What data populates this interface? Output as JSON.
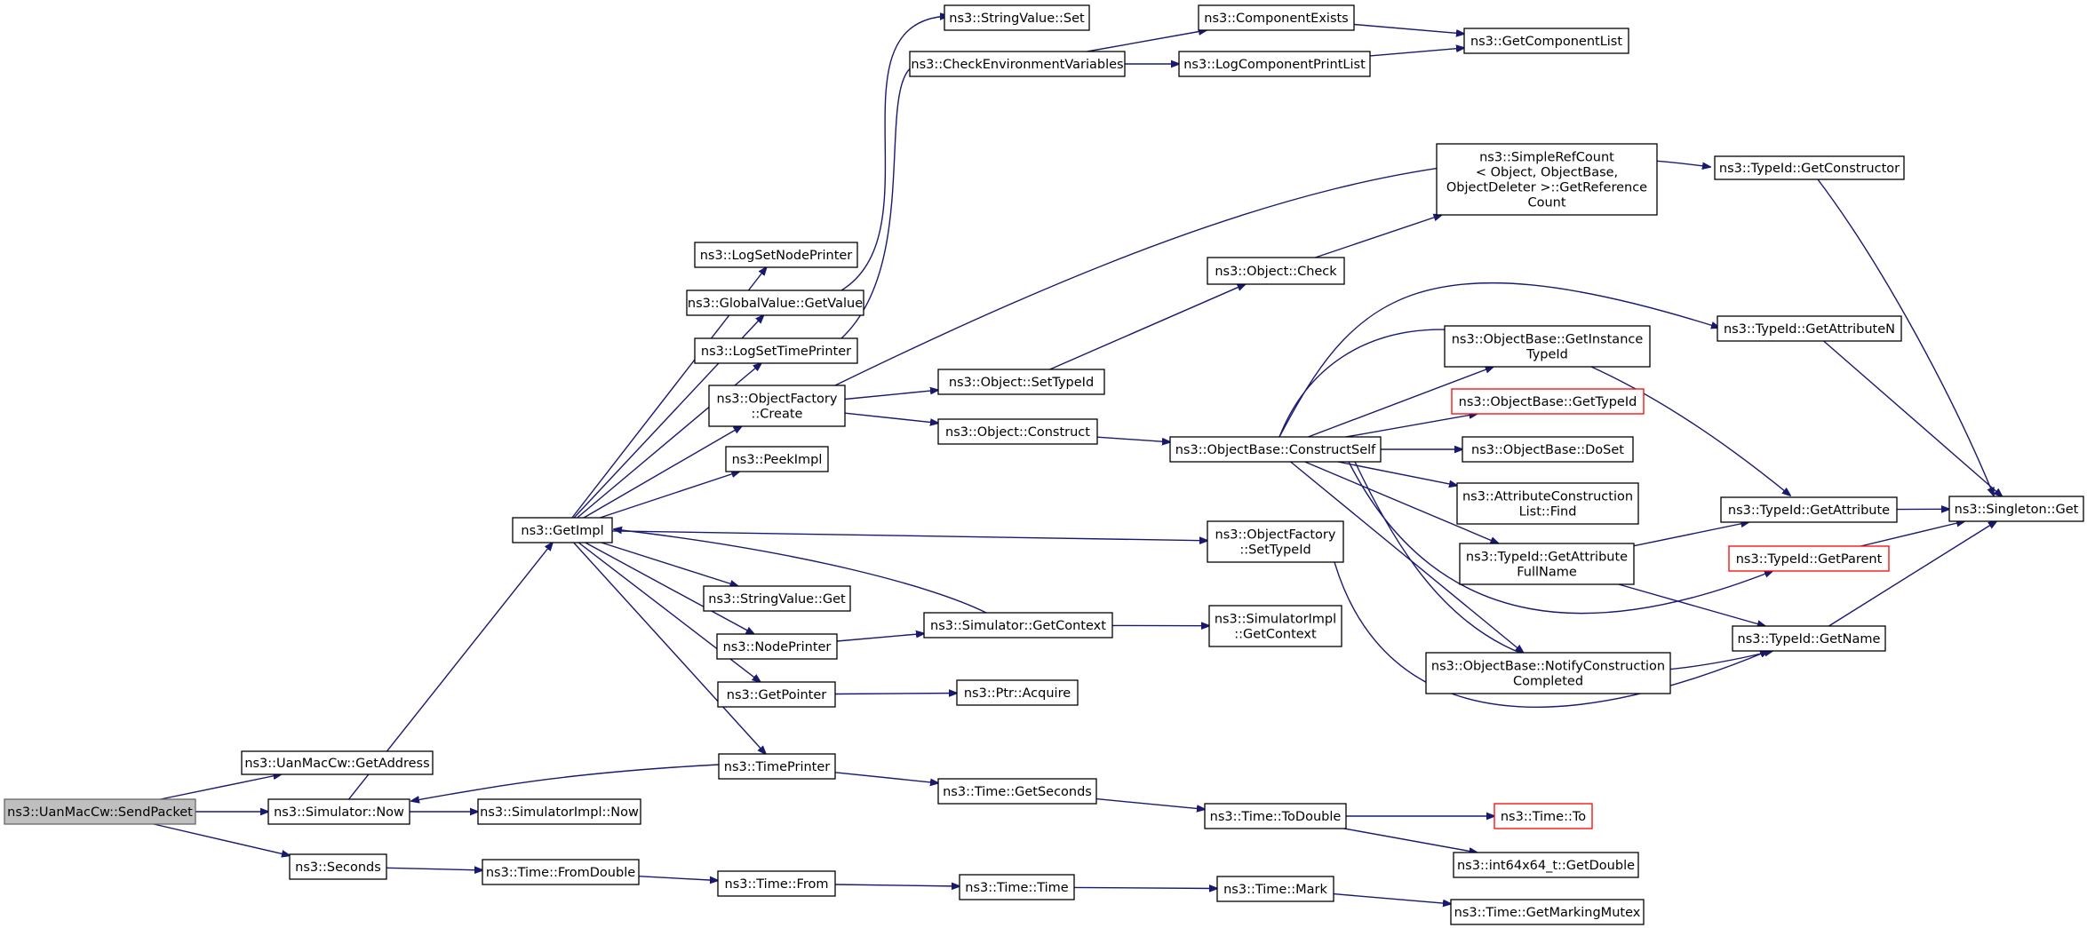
{
  "nodes": [
    {
      "id": "root",
      "lines": [
        "ns3::UanMacCw::SendPacket"
      ]
    },
    {
      "id": "getaddr",
      "lines": [
        "ns3::UanMacCw::GetAddress"
      ]
    },
    {
      "id": "simnow",
      "lines": [
        "ns3::Simulator::Now"
      ]
    },
    {
      "id": "seconds",
      "lines": [
        "ns3::Seconds"
      ]
    },
    {
      "id": "simimplnow",
      "lines": [
        "ns3::SimulatorImpl::Now"
      ]
    },
    {
      "id": "getimpl",
      "lines": [
        "ns3::GetImpl"
      ]
    },
    {
      "id": "fromdouble",
      "lines": [
        "ns3::Time::FromDouble"
      ]
    },
    {
      "id": "logsetnode",
      "lines": [
        "ns3::LogSetNodePrinter"
      ]
    },
    {
      "id": "gvgetvalue",
      "lines": [
        "ns3::GlobalValue::GetValue"
      ]
    },
    {
      "id": "logsettime",
      "lines": [
        "ns3::LogSetTimePrinter"
      ]
    },
    {
      "id": "ofcreate",
      "lines": [
        "ns3::ObjectFactory",
        "::Create"
      ]
    },
    {
      "id": "peekimpl",
      "lines": [
        "ns3::PeekImpl"
      ]
    },
    {
      "id": "svget",
      "lines": [
        "ns3::StringValue::Get"
      ]
    },
    {
      "id": "nodeprinter",
      "lines": [
        "ns3::NodePrinter"
      ]
    },
    {
      "id": "getpointer",
      "lines": [
        "ns3::GetPointer"
      ]
    },
    {
      "id": "timeprinter",
      "lines": [
        "ns3::TimePrinter"
      ]
    },
    {
      "id": "timefrom",
      "lines": [
        "ns3::Time::From"
      ]
    },
    {
      "id": "svset",
      "lines": [
        "ns3::StringValue::Set"
      ]
    },
    {
      "id": "checkenv",
      "lines": [
        "ns3::CheckEnvironmentVariables"
      ]
    },
    {
      "id": "objsettypeid",
      "lines": [
        "ns3::Object::SetTypeId"
      ]
    },
    {
      "id": "objconstruct",
      "lines": [
        "ns3::Object::Construct"
      ]
    },
    {
      "id": "simgetctx",
      "lines": [
        "ns3::Simulator::GetContext"
      ]
    },
    {
      "id": "ptracquire",
      "lines": [
        "ns3::Ptr::Acquire"
      ]
    },
    {
      "id": "timegetsec",
      "lines": [
        "ns3::Time::GetSeconds"
      ]
    },
    {
      "id": "timetime",
      "lines": [
        "ns3::Time::Time"
      ]
    },
    {
      "id": "compexists",
      "lines": [
        "ns3::ComponentExists"
      ]
    },
    {
      "id": "logcompprint",
      "lines": [
        "ns3::LogComponentPrintList"
      ]
    },
    {
      "id": "objcheck",
      "lines": [
        "ns3::Object::Check"
      ]
    },
    {
      "id": "obconstructself",
      "lines": [
        "ns3::ObjectBase::ConstructSelf"
      ]
    },
    {
      "id": "ofsettypeid",
      "lines": [
        "ns3::ObjectFactory",
        "::SetTypeId"
      ]
    },
    {
      "id": "simimplctx",
      "lines": [
        "ns3::SimulatorImpl",
        "::GetContext"
      ]
    },
    {
      "id": "timetodouble",
      "lines": [
        "ns3::Time::ToDouble"
      ]
    },
    {
      "id": "timemark",
      "lines": [
        "ns3::Time::Mark"
      ]
    },
    {
      "id": "getcomplist",
      "lines": [
        "ns3::GetComponentList"
      ]
    },
    {
      "id": "refcount",
      "lines": [
        "ns3::SimpleRefCount",
        "< Object, ObjectBase,",
        " ObjectDeleter >::GetReference",
        "Count"
      ]
    },
    {
      "id": "obgetinst",
      "lines": [
        "ns3::ObjectBase::GetInstance",
        "TypeId"
      ]
    },
    {
      "id": "obgettypeid",
      "lines": [
        "ns3::ObjectBase::GetTypeId"
      ],
      "color": "red"
    },
    {
      "id": "obdoset",
      "lines": [
        "ns3::ObjectBase::DoSet"
      ]
    },
    {
      "id": "attrfind",
      "lines": [
        "ns3::AttributeConstruction",
        "List::Find"
      ]
    },
    {
      "id": "tidgetattrfull",
      "lines": [
        "ns3::TypeId::GetAttribute",
        "FullName"
      ]
    },
    {
      "id": "obnotify",
      "lines": [
        "ns3::ObjectBase::NotifyConstruction",
        "Completed"
      ]
    },
    {
      "id": "timeto",
      "lines": [
        "ns3::Time::To"
      ],
      "color": "red"
    },
    {
      "id": "getdouble",
      "lines": [
        "ns3::int64x64_t::GetDouble"
      ]
    },
    {
      "id": "getmarkmutex",
      "lines": [
        "ns3::Time::GetMarkingMutex"
      ]
    },
    {
      "id": "tidgetctor",
      "lines": [
        "ns3::TypeId::GetConstructor"
      ]
    },
    {
      "id": "tidgetattrn",
      "lines": [
        "ns3::TypeId::GetAttributeN"
      ]
    },
    {
      "id": "tidgetattr",
      "lines": [
        "ns3::TypeId::GetAttribute"
      ]
    },
    {
      "id": "tidgetparent",
      "lines": [
        "ns3::TypeId::GetParent"
      ],
      "color": "red"
    },
    {
      "id": "tidgetname",
      "lines": [
        "ns3::TypeId::GetName"
      ]
    },
    {
      "id": "singletonget",
      "lines": [
        "ns3::Singleton::Get"
      ]
    }
  ],
  "edges": [
    [
      "root",
      "getaddr"
    ],
    [
      "root",
      "simnow"
    ],
    [
      "root",
      "seconds"
    ],
    [
      "simnow",
      "simimplnow"
    ],
    [
      "simnow",
      "getimpl"
    ],
    [
      "seconds",
      "fromdouble"
    ],
    [
      "fromdouble",
      "timefrom"
    ],
    [
      "timefrom",
      "timetime"
    ],
    [
      "timetime",
      "timemark"
    ],
    [
      "timemark",
      "getmarkmutex"
    ],
    [
      "getimpl",
      "logsetnode"
    ],
    [
      "getimpl",
      "gvgetvalue"
    ],
    [
      "getimpl",
      "logsettime"
    ],
    [
      "getimpl",
      "ofcreate"
    ],
    [
      "getimpl",
      "peekimpl"
    ],
    [
      "getimpl",
      "svget"
    ],
    [
      "getimpl",
      "nodeprinter"
    ],
    [
      "getimpl",
      "getpointer"
    ],
    [
      "getimpl",
      "timeprinter"
    ],
    [
      "getimpl",
      "ofsettypeid"
    ],
    [
      "gvgetvalue",
      "svset"
    ],
    [
      "logsettime",
      "checkenv"
    ],
    [
      "checkenv",
      "compexists"
    ],
    [
      "checkenv",
      "logcompprint"
    ],
    [
      "compexists",
      "getcomplist"
    ],
    [
      "logcompprint",
      "getcomplist"
    ],
    [
      "ofcreate",
      "objsettypeid"
    ],
    [
      "ofcreate",
      "objconstruct"
    ],
    [
      "ofcreate",
      "tidgetctor"
    ],
    [
      "objsettypeid",
      "objcheck"
    ],
    [
      "objcheck",
      "refcount"
    ],
    [
      "objconstruct",
      "obconstructself"
    ],
    [
      "obconstructself",
      "obgetinst"
    ],
    [
      "obconstructself",
      "obgettypeid"
    ],
    [
      "obconstructself",
      "obdoset"
    ],
    [
      "obconstructself",
      "attrfind"
    ],
    [
      "obconstructself",
      "tidgetattrfull"
    ],
    [
      "obconstructself",
      "obnotify"
    ],
    [
      "obconstructself",
      "tidgetattrn"
    ],
    [
      "obconstructself",
      "tidgetattr"
    ],
    [
      "obconstructself",
      "tidgetparent"
    ],
    [
      "obconstructself",
      "tidgetname"
    ],
    [
      "tidgetattrfull",
      "tidgetattr"
    ],
    [
      "tidgetattrfull",
      "tidgetname"
    ],
    [
      "ofsettypeid",
      "tidgetname"
    ],
    [
      "nodeprinter",
      "simgetctx"
    ],
    [
      "simgetctx",
      "simimplctx"
    ],
    [
      "simgetctx",
      "getimpl"
    ],
    [
      "getpointer",
      "ptracquire"
    ],
    [
      "timeprinter",
      "timegetsec"
    ],
    [
      "timeprinter",
      "simnow"
    ],
    [
      "timegetsec",
      "timetodouble"
    ],
    [
      "timetodouble",
      "timeto"
    ],
    [
      "timetodouble",
      "getdouble"
    ],
    [
      "tidgetctor",
      "singletonget"
    ],
    [
      "tidgetattrn",
      "singletonget"
    ],
    [
      "tidgetattr",
      "singletonget"
    ],
    [
      "tidgetparent",
      "singletonget"
    ],
    [
      "tidgetname",
      "singletonget"
    ]
  ]
}
